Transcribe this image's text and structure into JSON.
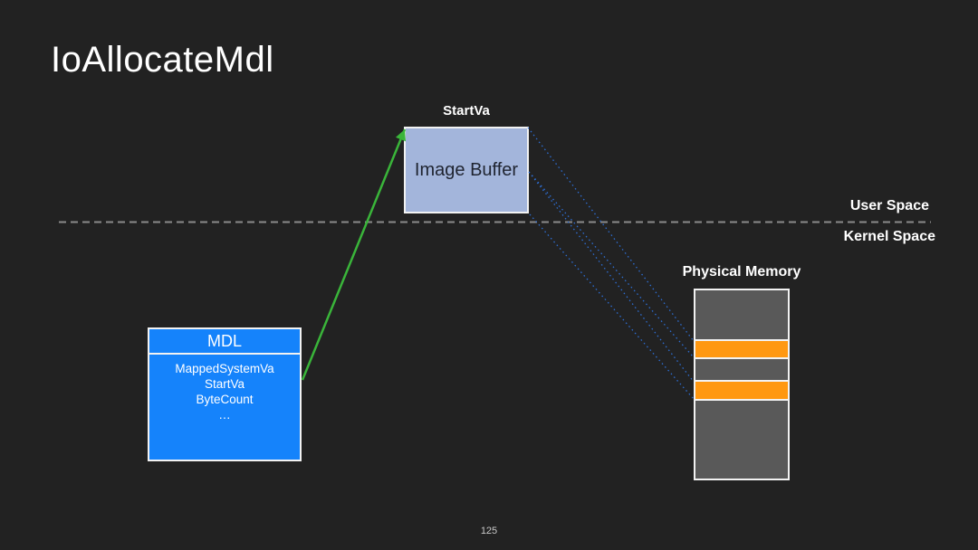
{
  "slide": {
    "title": "IoAllocateMdl",
    "page_number": "125"
  },
  "image_buffer": {
    "pointer_label": "StartVa",
    "label": "Image Buffer"
  },
  "memory_space": {
    "user_label": "User Space",
    "kernel_label": "Kernel Space"
  },
  "physical_memory": {
    "label": "Physical Memory",
    "blocks": [
      {
        "type": "unmapped",
        "color": "#595959",
        "height": 54
      },
      {
        "type": "mapped",
        "color": "#ff9811",
        "height": 18
      },
      {
        "type": "unmapped",
        "color": "#595959",
        "height": 23
      },
      {
        "type": "mapped",
        "color": "#ff9811",
        "height": 19
      },
      {
        "type": "unmapped",
        "color": "#595959",
        "height": 86
      }
    ]
  },
  "mdl": {
    "title": "MDL",
    "fields": [
      "MappedSystemVa",
      "StartVa",
      "ByteCount",
      "…"
    ]
  },
  "colors": {
    "background": "#222222",
    "text_white": "#ffffff",
    "buffer_fill": "#a3b5db",
    "buffer_text": "#1f2430",
    "mdl_fill": "#1583fb",
    "block_gray": "#595959",
    "block_orange": "#ff9811",
    "arrow_green": "#3ab53a",
    "mapping_blue": "#2e6fd6",
    "divider_gray": "#8a8a8a"
  }
}
